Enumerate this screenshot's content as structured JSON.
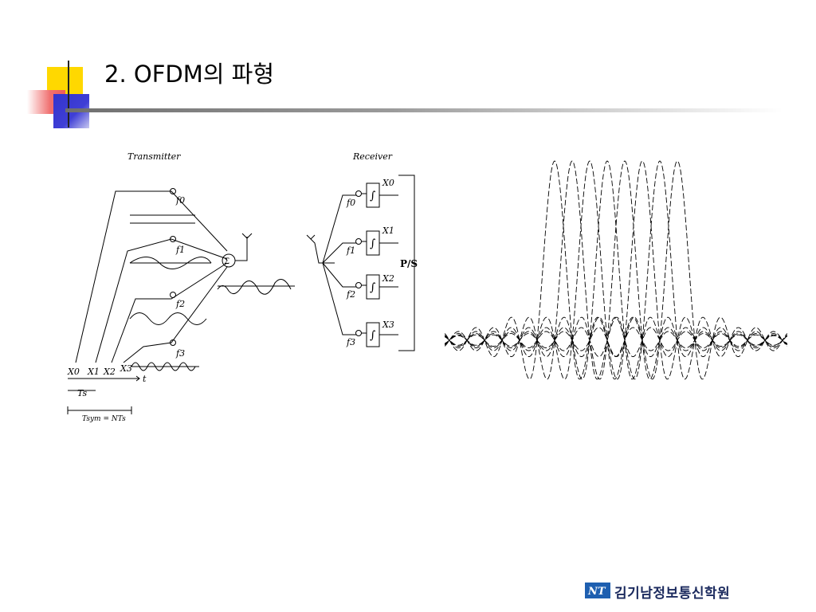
{
  "slide": {
    "title": "2. OFDM의 파형"
  },
  "diagram": {
    "transmitter_label": "Transmitter",
    "receiver_label": "Receiver",
    "tx_carriers": [
      "f0",
      "f1",
      "f2",
      "f3"
    ],
    "tx_symbols": [
      "X0",
      "X1",
      "X2",
      "X3"
    ],
    "tx_axis_label": "t",
    "tx_ts_label": "Ts",
    "tx_tsym_label": "Tsym = NTs",
    "sum_symbol": "Σ",
    "rx_carriers": [
      "f0",
      "f1",
      "f2",
      "f3"
    ],
    "rx_outputs": [
      "X0",
      "X1",
      "X2",
      "X3"
    ],
    "rx_ps_label": "P/S",
    "integrator_symbol": "∫"
  },
  "spectrum": {
    "subcarrier_count": 8
  },
  "footer": {
    "logo_mark": "NT",
    "logo_text": "김기남정보통신학원"
  }
}
